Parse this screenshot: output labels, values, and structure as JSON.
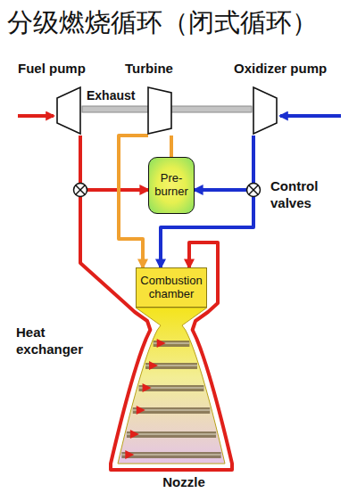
{
  "diagram": {
    "title": "分级燃烧循环（闭式循环）",
    "nodes": [
      {
        "text": [
          "Fuel pump"
        ]
      },
      {
        "text": [
          "Turbine"
        ]
      },
      {
        "text": [
          "Oxidizer pump"
        ]
      },
      {
        "text": [
          "Pre-burner"
        ]
      },
      {
        "text": [
          "Combustion chamber"
        ]
      }
    ],
    "edges": [
      {
        "from": 0,
        "to": 3,
        "arrow": "to"
      },
      {
        "from": 0,
        "to": 4,
        "arrow": "to"
      },
      {
        "from": 2,
        "to": 3,
        "arrow": "to"
      },
      {
        "from": 2,
        "to": 4,
        "arrow": "to"
      },
      {
        "from": 3,
        "to": 1,
        "arrow": "none"
      },
      {
        "from": 1,
        "to": 4,
        "label": "Exhaust",
        "arrow": "to"
      }
    ],
    "labels": [
      "Control valves",
      "Heat exchanger",
      "Nozzle"
    ]
  }
}
